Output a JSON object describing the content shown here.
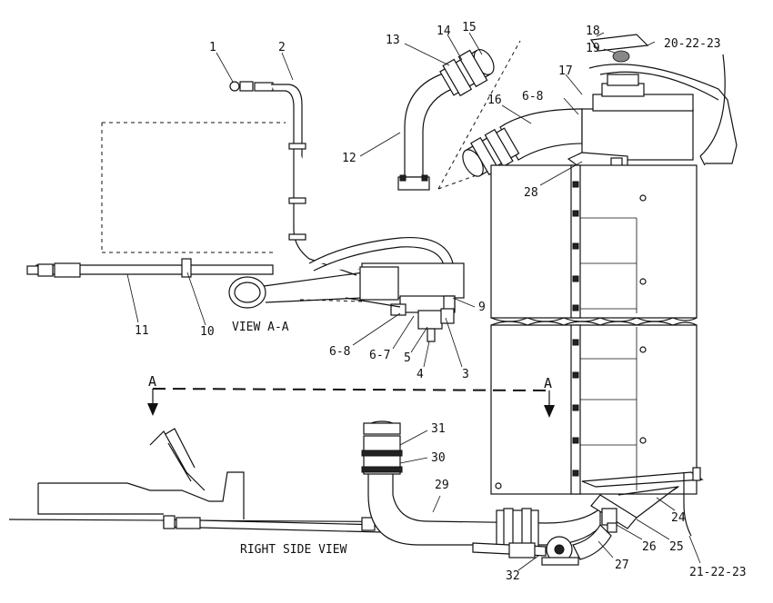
{
  "view_labels": {
    "view_a": "VIEW A-A",
    "right_side": "RIGHT SIDE VIEW",
    "section_left": "A",
    "section_right": "A"
  },
  "callouts": {
    "c1": "1",
    "c2": "2",
    "c3": "3",
    "c4": "4",
    "c5": "5",
    "c6_7": "6-7",
    "c6_8_low": "6-8",
    "c6_8_top": "6-8",
    "c9": "9",
    "c10": "10",
    "c11": "11",
    "c12": "12",
    "c13": "13",
    "c14": "14",
    "c15": "15",
    "c16": "16",
    "c17": "17",
    "c18": "18",
    "c19": "19",
    "c20_22_23": "20-22-23",
    "c21_22_23": "21-22-23",
    "c24": "24",
    "c25": "25",
    "c26": "26",
    "c27": "27",
    "c28": "28",
    "c29": "29",
    "c30": "30",
    "c31": "31",
    "c32": "32"
  }
}
